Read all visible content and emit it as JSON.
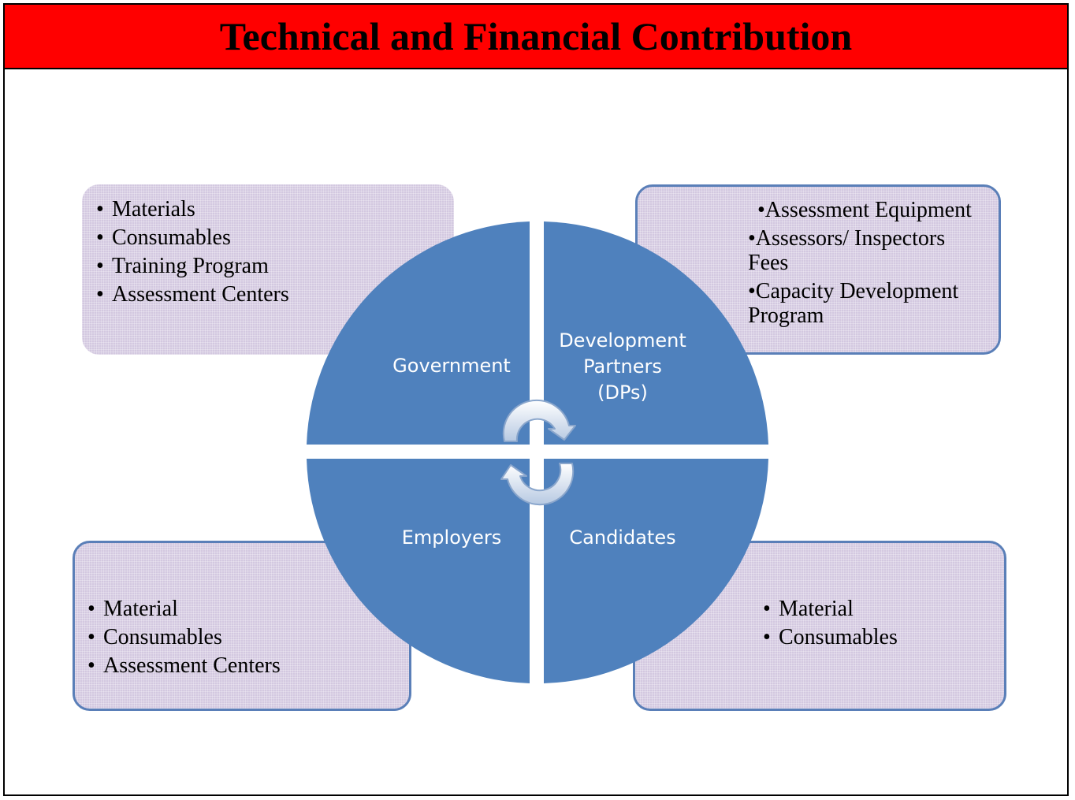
{
  "title": "Technical and Financial Contribution",
  "colors": {
    "title_bar": "#ff0000",
    "quadrant_fill": "#4f81bd",
    "box_fill": "#d3c8e0",
    "box_border": "#5a7fb8"
  },
  "quadrants": {
    "government": "Government",
    "development_partners": [
      "Development",
      "Partners",
      "(DPs)"
    ],
    "employers": "Employers",
    "candidates": "Candidates"
  },
  "boxes": {
    "government": [
      "Materials",
      "Consumables",
      "Training Program",
      "Assessment Centers"
    ],
    "development_partners": [
      "•Assessment Equipment",
      "•Assessors/ Inspectors Fees",
      "•Capacity Development Program"
    ],
    "employers": [
      "Material",
      "Consumables",
      "Assessment Centers"
    ],
    "candidates": [
      "Material",
      "Consumables"
    ]
  },
  "icons": [
    "cycle-arrow-icon",
    "cycle-arrow-icon"
  ]
}
